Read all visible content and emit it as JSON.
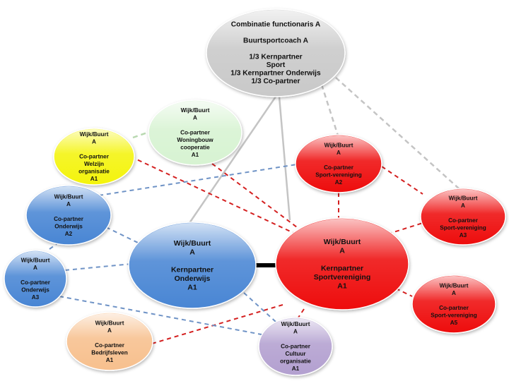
{
  "nodes": {
    "center": {
      "color": "#c9c9c9",
      "lines": [
        "Combinatie functionaris A",
        "",
        "Buurtsportcoach A",
        "",
        "1/3 Kernpartner",
        "Sport",
        "1/3 Kernpartner Onderwijs",
        "1/3 Co-partner"
      ]
    },
    "woningbouw": {
      "color": "#d7f3d2",
      "lines": [
        "Wijk/Buurt",
        "A",
        "",
        "Co-partner",
        "Woningbouw",
        "cooperatie",
        "A1"
      ]
    },
    "welzijn": {
      "color": "#f4f40a",
      "lines": [
        "Wijk/Buurt",
        "A",
        "",
        "Co-partner",
        "Welzijn",
        "organisatie",
        "A1"
      ]
    },
    "sport_a2": {
      "color": "#ee1111",
      "lines": [
        "Wijk/Buurt",
        "A",
        "",
        "Co-partner",
        "Sport-vereniging",
        "A2"
      ]
    },
    "sport_a3": {
      "color": "#ee1111",
      "lines": [
        "Wijk/Buurt",
        "A",
        "",
        "Co-partner",
        "Sport-vereniging",
        "A3"
      ]
    },
    "onderwijs_a2": {
      "color": "#4a86d4",
      "lines": [
        "Wijk/Buurt",
        "A",
        "",
        "Co-partner",
        "Onderwijs",
        "A2"
      ]
    },
    "onderwijs_a3": {
      "color": "#4a86d4",
      "lines": [
        "Wijk/Buurt",
        "A",
        "",
        "Co-partner",
        "Onderwijs",
        "A3"
      ]
    },
    "kern_onderwijs": {
      "color": "#4a86d4",
      "lines": [
        "Wijk/Buurt",
        "A",
        "",
        "Kernpartner",
        "Onderwijs",
        "A1"
      ]
    },
    "kern_sport": {
      "color": "#ee0a0a",
      "lines": [
        "Wijk/Buurt",
        "A",
        "",
        "Kernpartner",
        "Sportvereniging",
        "A1"
      ]
    },
    "sport_a5": {
      "color": "#ee1111",
      "lines": [
        "Wijk/Buurt",
        "A",
        "",
        "Co-partner",
        "Sport-vereniging",
        "A5"
      ]
    },
    "bedrijfsleven": {
      "color": "#f7c08e",
      "lines": [
        "Wijk/Buurt",
        "A",
        "",
        "Co-partner",
        "Bedrijfsleven",
        "A1"
      ]
    },
    "cultuur": {
      "color": "#b3a0d0",
      "lines": [
        "Wijk/Buurt",
        "A",
        "",
        "Co-partner",
        "Cultuur",
        "organisatie",
        "A1"
      ]
    }
  },
  "colors": {
    "red_dash": "#d42020",
    "blue_dash": "#6f93c6",
    "grey_line": "#c4c4c4",
    "grey_dash": "#c4c4c4",
    "green_dash": "#b8d8b0",
    "thick_link": "#000000"
  }
}
